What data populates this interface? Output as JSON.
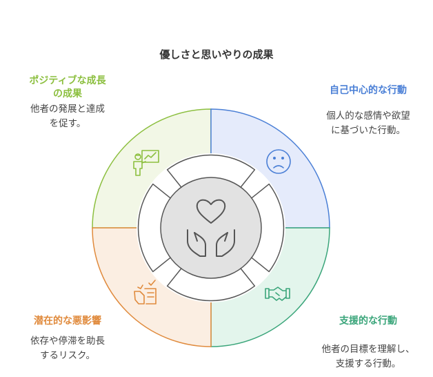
{
  "title": "優しさと思いやりの成果",
  "quadrants": {
    "top_left": {
      "title_line1": "ポジティブな成長",
      "title_line2": "の成果",
      "desc_line1": "他者の発展と達成",
      "desc_line2": "を促す。",
      "color": "#8cbf3f",
      "fill": "#f2f7e6",
      "icon": "teacher-presentation-icon"
    },
    "top_right": {
      "title": "自己中心的な行動",
      "desc_line1": "個人的な感情や欲望",
      "desc_line2": "に基づいた行動。",
      "color": "#4a7fd6",
      "fill": "#e5ebfb",
      "icon": "sad-face-icon"
    },
    "bottom_right": {
      "title": "支援的な行動",
      "desc_line1": "他者の目標を理解し、",
      "desc_line2": "支援する行動。",
      "color": "#3aa57a",
      "fill": "#e3f5ec",
      "icon": "handshake-icon"
    },
    "bottom_left": {
      "title": "潜在的な悪影響",
      "desc_line1": "依存や停滞を助長",
      "desc_line2": "するリスク。",
      "color": "#e08a3c",
      "fill": "#fbeee2",
      "icon": "checklist-hand-icon"
    }
  },
  "center": {
    "icon": "heart-in-hands-icon",
    "fill": "#e2e2e2"
  }
}
